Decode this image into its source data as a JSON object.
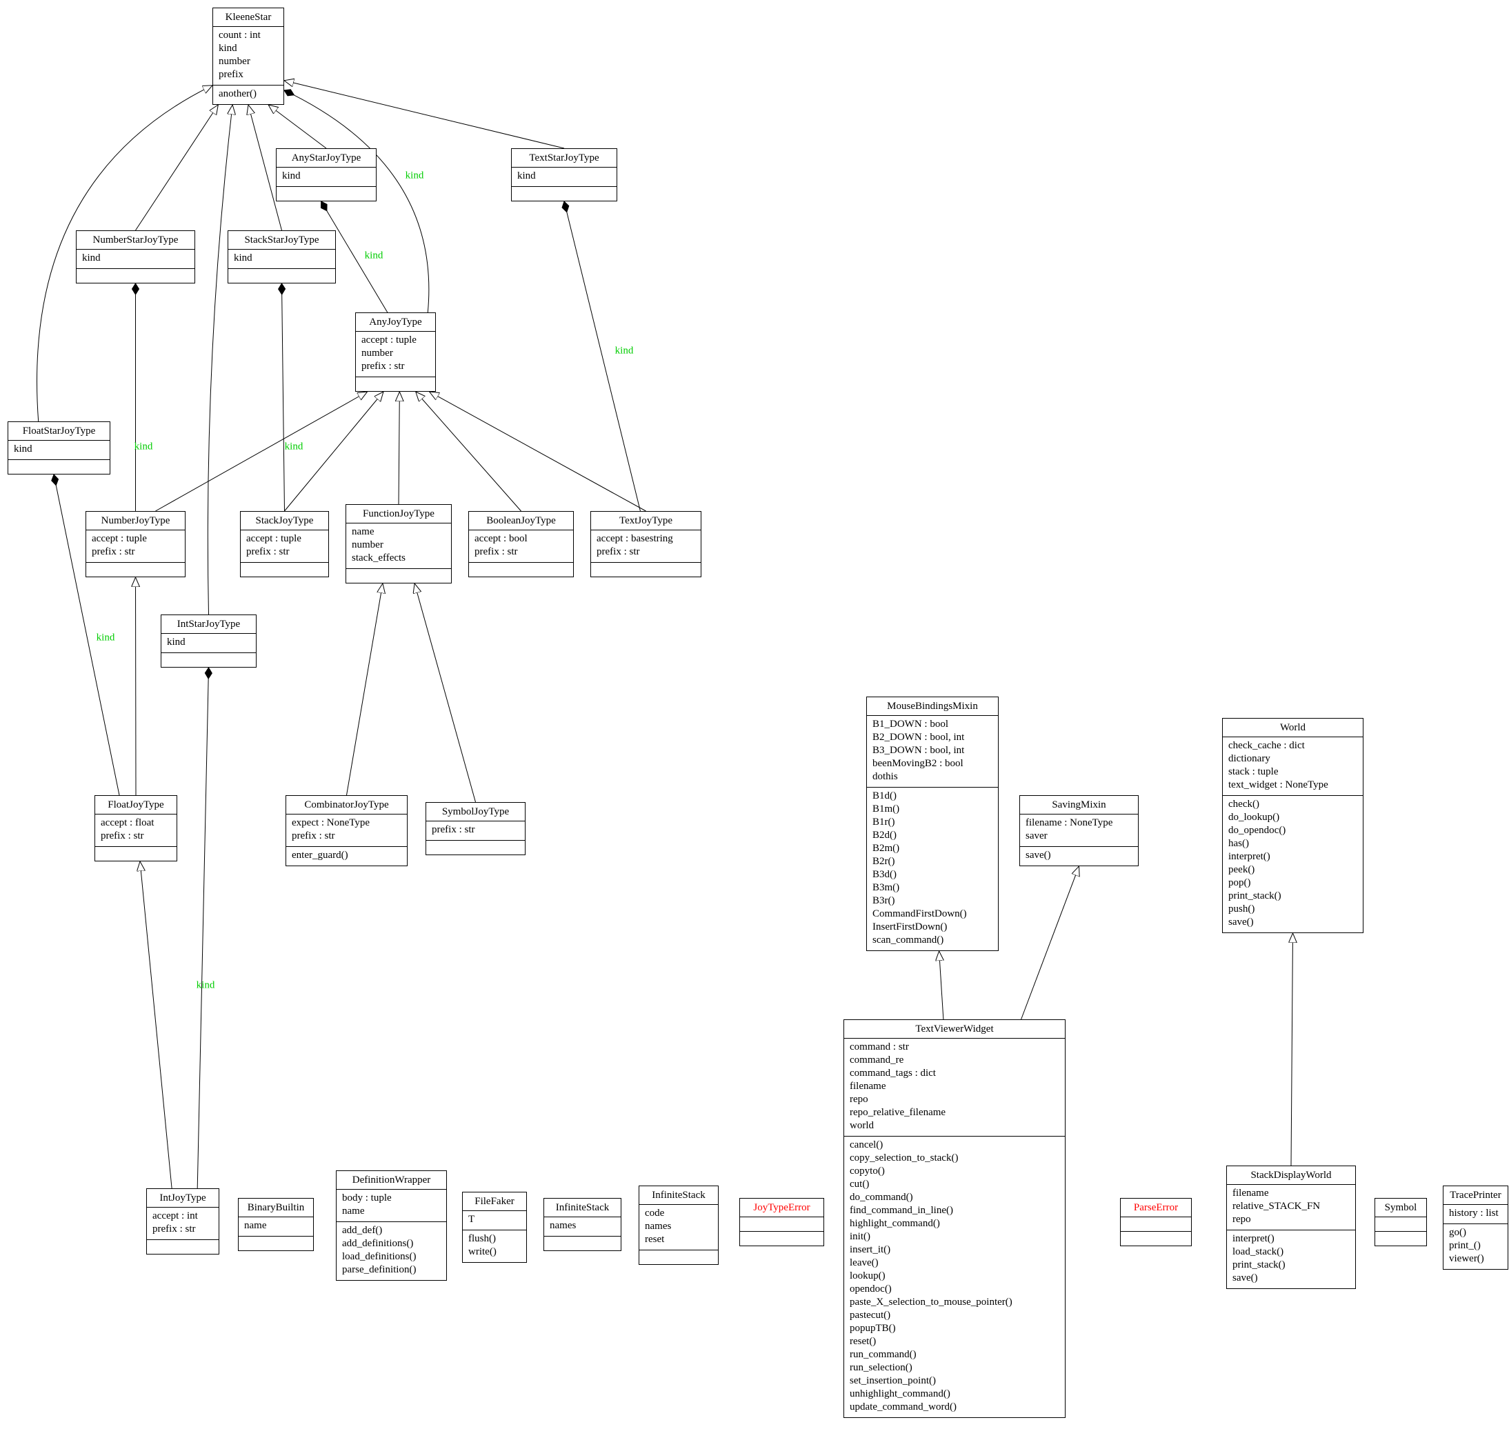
{
  "diagram": {
    "colors": {
      "kind_label": "#00cc00",
      "error_class_name": "#ff0000",
      "line": "#000000",
      "background": "#ffffff"
    },
    "classes": [
      {
        "id": "kleenestar",
        "name": "KleeneStar",
        "attributes": [
          "count : int",
          "kind",
          "number",
          "prefix"
        ],
        "methods": [
          "another()"
        ]
      },
      {
        "id": "anystarjoytype",
        "name": "AnyStarJoyType",
        "attributes": [
          "kind"
        ],
        "methods": []
      },
      {
        "id": "textstarjoytype",
        "name": "TextStarJoyType",
        "attributes": [
          "kind"
        ],
        "methods": []
      },
      {
        "id": "numberstarjoytype",
        "name": "NumberStarJoyType",
        "attributes": [
          "kind"
        ],
        "methods": []
      },
      {
        "id": "stackstarjoytype",
        "name": "StackStarJoyType",
        "attributes": [
          "kind"
        ],
        "methods": []
      },
      {
        "id": "anyjoytype",
        "name": "AnyJoyType",
        "attributes": [
          "accept : tuple",
          "number",
          "prefix : str"
        ],
        "methods": []
      },
      {
        "id": "floatstarjoytype",
        "name": "FloatStarJoyType",
        "attributes": [
          "kind"
        ],
        "methods": []
      },
      {
        "id": "numberjoytype",
        "name": "NumberJoyType",
        "attributes": [
          "accept : tuple",
          "prefix : str"
        ],
        "methods": []
      },
      {
        "id": "stackjoytype",
        "name": "StackJoyType",
        "attributes": [
          "accept : tuple",
          "prefix : str"
        ],
        "methods": []
      },
      {
        "id": "functionjoytype",
        "name": "FunctionJoyType",
        "attributes": [
          "name",
          "number",
          "stack_effects"
        ],
        "methods": []
      },
      {
        "id": "booleanjoytype",
        "name": "BooleanJoyType",
        "attributes": [
          "accept : bool",
          "prefix : str"
        ],
        "methods": []
      },
      {
        "id": "textjoytype",
        "name": "TextJoyType",
        "attributes": [
          "accept : basestring",
          "prefix : str"
        ],
        "methods": []
      },
      {
        "id": "intstarjoytype",
        "name": "IntStarJoyType",
        "attributes": [
          "kind"
        ],
        "methods": []
      },
      {
        "id": "floatjoytype",
        "name": "FloatJoyType",
        "attributes": [
          "accept : float",
          "prefix : str"
        ],
        "methods": []
      },
      {
        "id": "combinatorjoytype",
        "name": "CombinatorJoyType",
        "attributes": [
          "expect : NoneType",
          "prefix : str"
        ],
        "methods": [
          "enter_guard()"
        ]
      },
      {
        "id": "symboljoytype",
        "name": "SymbolJoyType",
        "attributes": [
          "prefix : str"
        ],
        "methods": []
      },
      {
        "id": "mousebindingsmixin",
        "name": "MouseBindingsMixin",
        "attributes": [
          "B1_DOWN : bool",
          "B2_DOWN : bool, int",
          "B3_DOWN : bool, int",
          "beenMovingB2 : bool",
          "dothis"
        ],
        "methods": [
          "B1d()",
          "B1m()",
          "B1r()",
          "B2d()",
          "B2m()",
          "B2r()",
          "B3d()",
          "B3m()",
          "B3r()",
          "CommandFirstDown()",
          "InsertFirstDown()",
          "scan_command()"
        ]
      },
      {
        "id": "savingmixin",
        "name": "SavingMixin",
        "attributes": [
          "filename : NoneType",
          "saver"
        ],
        "methods": [
          "save()"
        ]
      },
      {
        "id": "world",
        "name": "World",
        "attributes": [
          "check_cache : dict",
          "dictionary",
          "stack : tuple",
          "text_widget : NoneType"
        ],
        "methods": [
          "check()",
          "do_lookup()",
          "do_opendoc()",
          "has()",
          "interpret()",
          "peek()",
          "pop()",
          "print_stack()",
          "push()",
          "save()"
        ]
      },
      {
        "id": "textviewerwidget",
        "name": "TextViewerWidget",
        "attributes": [
          "command : str",
          "command_re",
          "command_tags : dict",
          "filename",
          "repo",
          "repo_relative_filename",
          "world"
        ],
        "methods": [
          "cancel()",
          "copy_selection_to_stack()",
          "copyto()",
          "cut()",
          "do_command()",
          "find_command_in_line()",
          "highlight_command()",
          "init()",
          "insert_it()",
          "leave()",
          "lookup()",
          "opendoc()",
          "paste_X_selection_to_mouse_pointer()",
          "pastecut()",
          "popupTB()",
          "reset()",
          "run_command()",
          "run_selection()",
          "set_insertion_point()",
          "unhighlight_command()",
          "update_command_word()"
        ]
      },
      {
        "id": "intjoytype",
        "name": "IntJoyType",
        "attributes": [
          "accept : int",
          "prefix : str"
        ],
        "methods": []
      },
      {
        "id": "binarybuiltin",
        "name": "BinaryBuiltin",
        "attributes": [
          "name"
        ],
        "methods": []
      },
      {
        "id": "definitionwrapper",
        "name": "DefinitionWrapper",
        "attributes": [
          "body : tuple",
          "name"
        ],
        "methods": [
          "add_def()",
          "add_definitions()",
          "load_definitions()",
          "parse_definition()"
        ]
      },
      {
        "id": "filefaker",
        "name": "FileFaker",
        "attributes": [
          "T"
        ],
        "methods": [
          "flush()",
          "write()"
        ]
      },
      {
        "id": "infinitestack-a",
        "name": "InfiniteStack",
        "attributes": [
          "names"
        ],
        "methods": []
      },
      {
        "id": "infinitestack-b",
        "name": "InfiniteStack",
        "attributes": [
          "code",
          "names",
          "reset"
        ],
        "methods": []
      },
      {
        "id": "joytypeerror",
        "name": "JoyTypeError",
        "attributes": [],
        "methods": [],
        "name_color": "#ff0000"
      },
      {
        "id": "parseerror",
        "name": "ParseError",
        "attributes": [],
        "methods": [],
        "name_color": "#ff0000"
      },
      {
        "id": "stackdisplayworld",
        "name": "StackDisplayWorld",
        "attributes": [
          "filename",
          "relative_STACK_FN",
          "repo"
        ],
        "methods": [
          "interpret()",
          "load_stack()",
          "print_stack()",
          "save()"
        ]
      },
      {
        "id": "symbol",
        "name": "Symbol",
        "attributes": [],
        "methods": []
      },
      {
        "id": "traceprinter",
        "name": "TracePrinter",
        "attributes": [
          "history : list"
        ],
        "methods": [
          "go()",
          "print_()",
          "viewer()"
        ]
      }
    ],
    "edges": [
      {
        "from": "numberstarjoytype",
        "to": "kleenestar",
        "type": "inheritance"
      },
      {
        "from": "stackstarjoytype",
        "to": "kleenestar",
        "type": "inheritance"
      },
      {
        "from": "anystarjoytype",
        "to": "kleenestar",
        "type": "inheritance"
      },
      {
        "from": "textstarjoytype",
        "to": "kleenestar",
        "type": "inheritance"
      },
      {
        "from": "floatstarjoytype",
        "to": "kleenestar",
        "type": "inheritance"
      },
      {
        "from": "intstarjoytype",
        "to": "kleenestar",
        "type": "inheritance"
      },
      {
        "from": "numberjoytype",
        "to": "anyjoytype",
        "type": "inheritance"
      },
      {
        "from": "stackjoytype",
        "to": "anyjoytype",
        "type": "inheritance"
      },
      {
        "from": "functionjoytype",
        "to": "anyjoytype",
        "type": "inheritance"
      },
      {
        "from": "booleanjoytype",
        "to": "anyjoytype",
        "type": "inheritance"
      },
      {
        "from": "textjoytype",
        "to": "anyjoytype",
        "type": "inheritance"
      },
      {
        "from": "floatjoytype",
        "to": "numberjoytype",
        "type": "inheritance"
      },
      {
        "from": "intjoytype",
        "to": "floatjoytype",
        "type": "inheritance"
      },
      {
        "from": "combinatorjoytype",
        "to": "functionjoytype",
        "type": "inheritance"
      },
      {
        "from": "symboljoytype",
        "to": "functionjoytype",
        "type": "inheritance"
      },
      {
        "from": "textviewerwidget",
        "to": "mousebindingsmixin",
        "type": "inheritance"
      },
      {
        "from": "textviewerwidget",
        "to": "savingmixin",
        "type": "inheritance"
      },
      {
        "from": "stackdisplayworld",
        "to": "world",
        "type": "inheritance"
      },
      {
        "from": "kleenestar",
        "to": "anyjoytype",
        "type": "aggregation",
        "label": "kind"
      },
      {
        "from": "anystarjoytype",
        "to": "anyjoytype",
        "type": "aggregation",
        "label": "kind"
      },
      {
        "from": "numberstarjoytype",
        "to": "numberjoytype",
        "type": "aggregation",
        "label": "kind"
      },
      {
        "from": "stackstarjoytype",
        "to": "stackjoytype",
        "type": "aggregation",
        "label": "kind"
      },
      {
        "from": "textstarjoytype",
        "to": "textjoytype",
        "type": "aggregation",
        "label": "kind"
      },
      {
        "from": "floatstarjoytype",
        "to": "floatjoytype",
        "type": "aggregation",
        "label": "kind"
      },
      {
        "from": "intstarjoytype",
        "to": "intjoytype",
        "type": "aggregation",
        "label": "kind"
      }
    ]
  }
}
